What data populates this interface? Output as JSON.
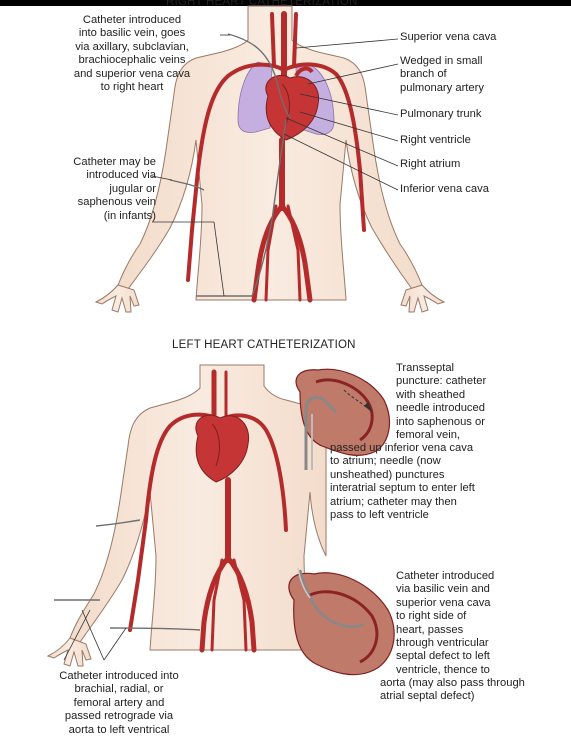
{
  "colors": {
    "skin": "#f6e3d4",
    "skin_outline": "#9a7a68",
    "lung": "#c5aee0",
    "vessel": "#b52b2b",
    "heart": "#c63535",
    "heart_dark": "#7e1f1f",
    "catheter": "#777777",
    "heart_inset_fill": "#c07a6a"
  },
  "right": {
    "title": "RIGHT HEART CATHETERIZATION",
    "intro": [
      "Catheter introduced",
      "into basilic vein, goes",
      "via axillary, subclavian,",
      "brachiocephalic veins",
      "and superior vena cava",
      "to right heart"
    ],
    "alt": [
      "Catheter may be",
      "introduced via",
      "jugular or",
      "saphenous vein",
      "(in infants)"
    ],
    "labels": {
      "svc": "Superior vena cava",
      "wedged": [
        "Wedged in small",
        "branch of",
        "pulmonary artery"
      ],
      "pt": "Pulmonary trunk",
      "rv": "Right ventricle",
      "ra": "Right atrium",
      "ivc": "Inferior vena cava"
    }
  },
  "left": {
    "title": "LEFT HEART CATHETERIZATION",
    "transseptal": [
      "Transseptal",
      "puncture: catheter",
      "with sheathed",
      "needle introduced",
      "into saphenous or",
      "femoral vein,",
      "passed up inferior vena cava",
      "to atrium; needle (now",
      "unsheathed) punctures",
      "interatrial septum to enter left",
      "atrium; catheter may then",
      "pass to left ventricle"
    ],
    "basilic": [
      "Catheter introduced",
      "via basilic vein and",
      "superior vena cava",
      "to right side of",
      "heart, passes",
      "through ventricular",
      "septal defect to left",
      "ventricle, thence to",
      "aorta (may also pass through",
      "atrial septal defect)"
    ],
    "brachial": [
      "Catheter introduced into",
      "brachial, radial, or",
      "femoral artery and",
      "passed retrograde via",
      "aorta to left ventrical"
    ]
  }
}
